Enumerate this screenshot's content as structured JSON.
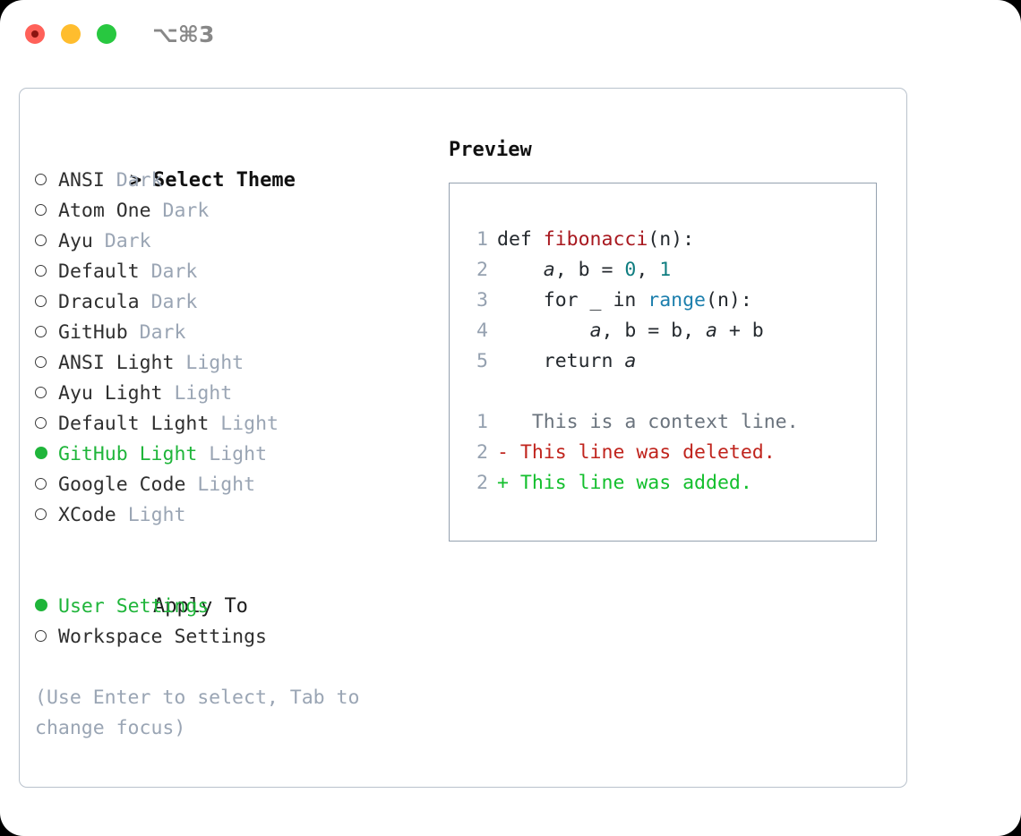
{
  "titlebar": {
    "shortcut": "⌥⌘3",
    "buttons": [
      "close",
      "minimize",
      "zoom"
    ]
  },
  "left": {
    "header": {
      "caret": ">",
      "label": "Select Theme"
    },
    "themes": [
      {
        "name": "ANSI",
        "category": "Dark",
        "selected": false
      },
      {
        "name": "Atom One",
        "category": "Dark",
        "selected": false
      },
      {
        "name": "Ayu",
        "category": "Dark",
        "selected": false
      },
      {
        "name": "Default",
        "category": "Dark",
        "selected": false
      },
      {
        "name": "Dracula",
        "category": "Dark",
        "selected": false
      },
      {
        "name": "GitHub",
        "category": "Dark",
        "selected": false
      },
      {
        "name": "ANSI Light",
        "category": "Light",
        "selected": false
      },
      {
        "name": "Ayu Light",
        "category": "Light",
        "selected": false
      },
      {
        "name": "Default Light",
        "category": "Light",
        "selected": false
      },
      {
        "name": "GitHub Light",
        "category": "Light",
        "selected": true
      },
      {
        "name": "Google Code",
        "category": "Light",
        "selected": false
      },
      {
        "name": "XCode",
        "category": "Light",
        "selected": false
      }
    ],
    "apply_to": {
      "header": "Apply To",
      "options": [
        {
          "name": "User Settings",
          "selected": true
        },
        {
          "name": "Workspace Settings",
          "selected": false
        }
      ]
    },
    "hint": "(Use Enter to select, Tab to change focus)"
  },
  "preview": {
    "title": "Preview",
    "code_lines": [
      {
        "no": "1",
        "tokens": [
          {
            "t": "def ",
            "c": "kw"
          },
          {
            "t": "fibonacci",
            "c": "fn"
          },
          {
            "t": "(n):",
            "c": "kw"
          }
        ]
      },
      {
        "no": "2",
        "tokens": [
          {
            "t": "    ",
            "c": "kw"
          },
          {
            "t": "a",
            "c": "var"
          },
          {
            "t": ", b = ",
            "c": "kw"
          },
          {
            "t": "0",
            "c": "num"
          },
          {
            "t": ", ",
            "c": "kw"
          },
          {
            "t": "1",
            "c": "num"
          }
        ]
      },
      {
        "no": "3",
        "tokens": [
          {
            "t": "    for _ in ",
            "c": "kw"
          },
          {
            "t": "range",
            "c": "builtin"
          },
          {
            "t": "(n):",
            "c": "kw"
          }
        ]
      },
      {
        "no": "4",
        "tokens": [
          {
            "t": "        ",
            "c": "kw"
          },
          {
            "t": "a",
            "c": "var"
          },
          {
            "t": ", b = b, ",
            "c": "kw"
          },
          {
            "t": "a",
            "c": "var"
          },
          {
            "t": " + b",
            "c": "kw"
          }
        ]
      },
      {
        "no": "5",
        "tokens": [
          {
            "t": "    return ",
            "c": "kw"
          },
          {
            "t": "a",
            "c": "var"
          }
        ]
      }
    ],
    "diff_lines": [
      {
        "no": "1",
        "sign": " ",
        "text": "  This is a context line.",
        "kind": "context"
      },
      {
        "no": "2",
        "sign": "-",
        "text": " This line was deleted.",
        "kind": "deleted"
      },
      {
        "no": "2",
        "sign": "+",
        "text": " This line was added.",
        "kind": "added"
      }
    ]
  },
  "colors": {
    "accent_green": "#1fb53a",
    "muted": "#9aa5b4",
    "border": "#b9c2cc",
    "preview_border": "#95a1b0",
    "diff_add": "#13bf2d",
    "diff_del": "#c0241d",
    "fn": "#a8181f",
    "num": "#0f7d80",
    "builtin": "#1c7fad"
  }
}
